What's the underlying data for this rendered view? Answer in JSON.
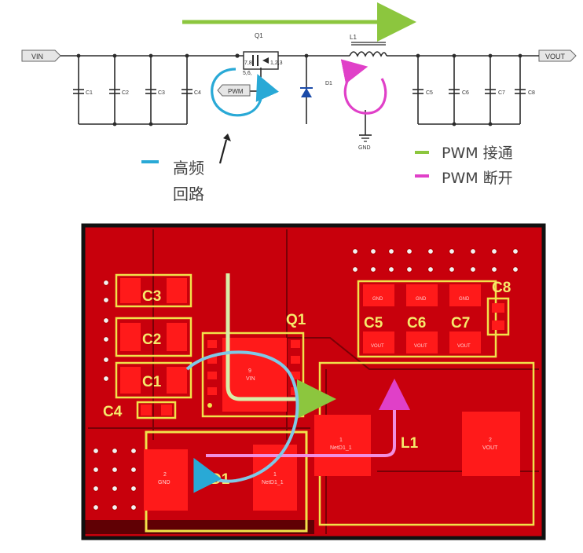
{
  "colors": {
    "schematic_wire": "#2b2b2b",
    "pwm_on": "#8cc63e",
    "pwm_off": "#e040c8",
    "high_freq_loop": "#29a9d6",
    "board_red": "#c8000c",
    "pad_red": "#ff1a1a",
    "silkscreen": "#f1e24a",
    "board_edge": "#111111"
  },
  "schematic": {
    "vin_label": "VIN",
    "vout_label": "VOUT",
    "q1_label": "Q1",
    "q1_pins_left": "7,8",
    "q1_pins_left2": "5,6,",
    "q1_pins_right": "1,2,3",
    "pwm_label": "PWM",
    "l1_label": "L1",
    "d1_label": "D1",
    "gnd_label": "GND",
    "input_caps": [
      "C1",
      "C2",
      "C3",
      "C4"
    ],
    "output_caps": [
      "C5",
      "C6",
      "C7",
      "C8"
    ]
  },
  "legend": {
    "high_freq_line1": "高频",
    "high_freq_line2": "回路",
    "pwm_on": "PWM 接通",
    "pwm_off": "PWM 断开"
  },
  "pcb": {
    "labels": {
      "c1": "C1",
      "c2": "C2",
      "c3": "C3",
      "c4": "C4",
      "c5": "C5",
      "c6": "C6",
      "c7": "C7",
      "c8": "C8",
      "q1": "Q1",
      "d1": "D1",
      "l1": "L1"
    },
    "pads": {
      "q1_center": "VIN",
      "q1_center_num": "9",
      "d1_left": "GND",
      "d1_left_num": "2",
      "d1_right": "NetD1_1",
      "d1_right_num": "1",
      "l1_left": "NetD1_1",
      "l1_left_num": "1",
      "l1_right": "VOUT",
      "l1_right_num": "2",
      "out_cap_top": "GND",
      "out_cap_bottom": "VOUT"
    }
  }
}
